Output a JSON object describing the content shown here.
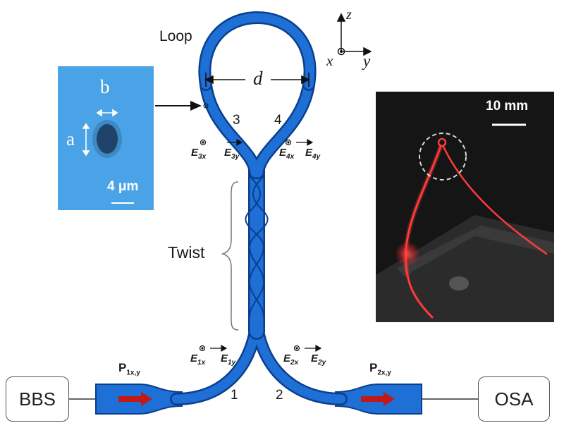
{
  "labels": {
    "loop": "Loop",
    "d": "d",
    "twist": "Twist",
    "port1": "1",
    "port2": "2",
    "port3": "3",
    "port4": "4",
    "axis_z": "z",
    "axis_x": "x",
    "axis_y": "y"
  },
  "boxes": {
    "left": "BBS",
    "right": "OSA"
  },
  "powers": {
    "left": "P",
    "left_sub": "1x,y",
    "right": "P",
    "right_sub": "2x,y"
  },
  "fields": {
    "e1x": {
      "main": "E",
      "sub": "1x"
    },
    "e1y": {
      "main": "E",
      "sub": "1y"
    },
    "e2x": {
      "main": "E",
      "sub": "2x"
    },
    "e2y": {
      "main": "E",
      "sub": "2y"
    },
    "e3x": {
      "main": "E",
      "sub": "3x"
    },
    "e3y": {
      "main": "E",
      "sub": "3y"
    },
    "e4x": {
      "main": "E",
      "sub": "4x"
    },
    "e4y": {
      "main": "E",
      "sub": "4y"
    }
  },
  "micrograph": {
    "a": "a",
    "b": "b",
    "scale": "4 μm"
  },
  "photo": {
    "scale": "10 mm"
  },
  "colors": {
    "fiber": "#1e6fd6",
    "fiber_edge": "#0b3f8c",
    "arrow": "#c41818",
    "micro_bg": "#4aa3e6",
    "photo_bg": "#151515",
    "laser": "#ff3a3a"
  }
}
